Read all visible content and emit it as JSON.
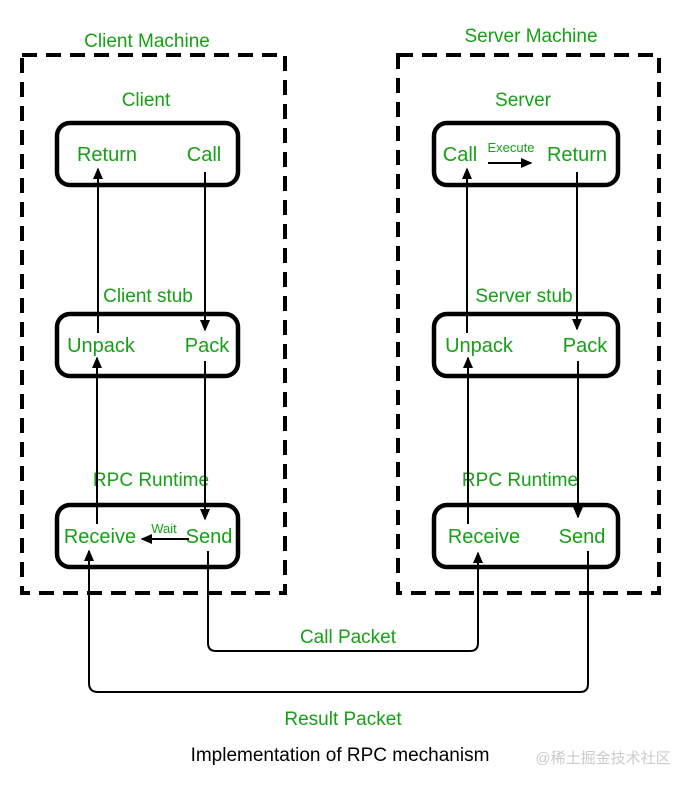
{
  "colors": {
    "green": "#17A017",
    "line": "#000000",
    "watermark": "#CBCBCB",
    "background": "#FFFFFF"
  },
  "client": {
    "title": "Client Machine",
    "layers": [
      {
        "label": "Client",
        "left": "Return",
        "right": "Call"
      },
      {
        "label": "Client stub",
        "left": "Unpack",
        "right": "Pack"
      },
      {
        "label": "RPC Runtime",
        "left": "Receive",
        "right": "Send",
        "note": "Wait"
      }
    ]
  },
  "server": {
    "title": "Server Machine",
    "layers": [
      {
        "label": "Server",
        "left": "Call",
        "right": "Return",
        "note": "Execute"
      },
      {
        "label": "Server stub",
        "left": "Unpack",
        "right": "Pack"
      },
      {
        "label": "RPC Runtime",
        "left": "Receive",
        "right": "Send"
      }
    ]
  },
  "packets": {
    "call": "Call Packet",
    "result": "Result Packet"
  },
  "caption": "Implementation of RPC mechanism",
  "watermark": "@稀土掘金技术社区"
}
